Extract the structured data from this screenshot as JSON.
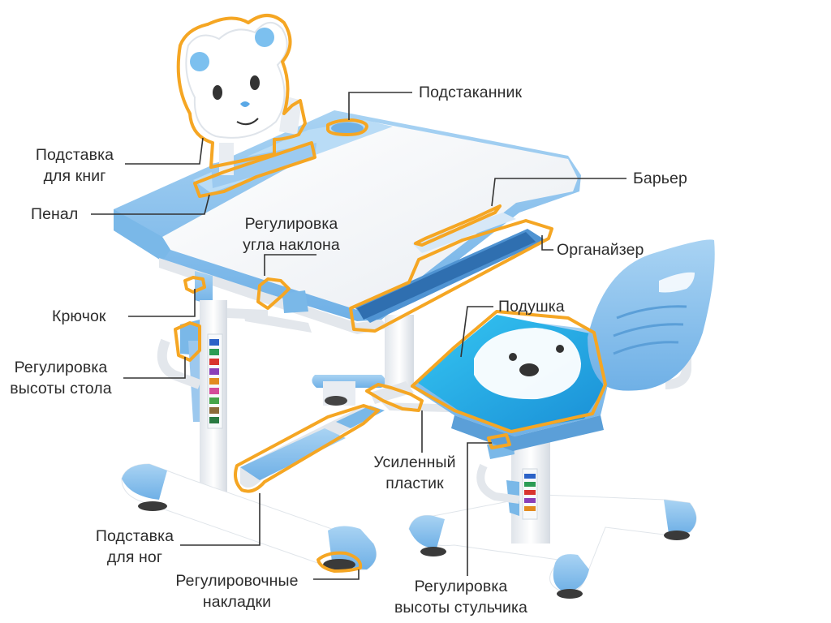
{
  "callouts": {
    "book_stand": [
      "Подставка",
      "для книг"
    ],
    "cup_holder": "Подстаканник",
    "pencil_case": "Пенал",
    "barrier": "Барьер",
    "tilt_adjust": [
      "Регулировка",
      "угла наклона"
    ],
    "organizer": "Органайзер",
    "cushion": "Подушка",
    "hook": "Крючок",
    "desk_height": [
      "Регулировка",
      "высоты стола"
    ],
    "reinforced_plastic": [
      "Усиленный",
      "пластик"
    ],
    "footrest": [
      "Подставка",
      "для ног"
    ],
    "adjust_pads": [
      "Регулировочные",
      "накладки"
    ],
    "chair_height": [
      "Регулировка",
      "высоты стульчика"
    ]
  },
  "colors": {
    "highlight": "#f5a623",
    "leader": "#333333",
    "furniture_blue": "#8cc3ec",
    "furniture_blue_dark": "#5b9fd8",
    "frame_white": "#f4f6f9"
  }
}
